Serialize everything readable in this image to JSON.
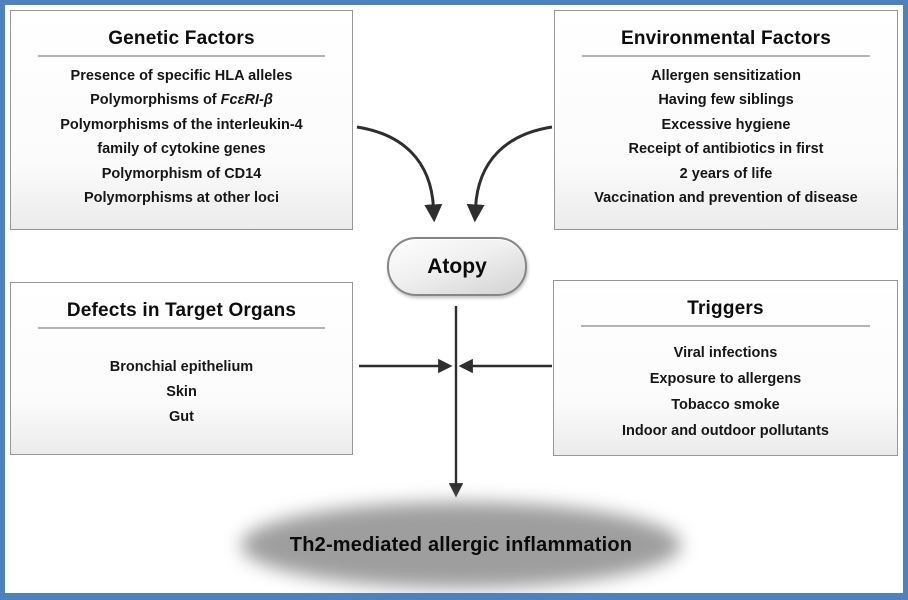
{
  "figure": {
    "boxes": [
      {
        "id": "genetic-factors",
        "title": "Genetic Factors",
        "items": [
          "Presence of specific HLA alleles",
          {
            "prefix": "Polymorphisms of ",
            "italic": "FcεRI-β"
          },
          "Polymorphisms of the interleukin-4\nfamily of cytokine genes",
          "Polymorphism of CD14",
          "Polymorphisms at other loci"
        ]
      },
      {
        "id": "environmental-factors",
        "title": "Environmental Factors",
        "items": [
          "Allergen sensitization",
          "Having few siblings",
          "Excessive hygiene",
          "Receipt of antibiotics in first\n2 years of life",
          "Vaccination and prevention of disease"
        ]
      },
      {
        "id": "defects-in-target-organs",
        "title": "Defects in Target Organs",
        "items": [
          "Bronchial epithelium",
          "Skin",
          "Gut"
        ]
      },
      {
        "id": "triggers",
        "title": "Triggers",
        "items": [
          "Viral infections",
          "Exposure to allergens",
          "Tobacco smoke",
          "Indoor and outdoor pollutants"
        ]
      }
    ],
    "center_node": {
      "label": "Atopy"
    },
    "outcome": {
      "label": "Th2-mediated allergic inflammation"
    },
    "arrows": [
      "genetic-factors-to-atopy",
      "environmental-factors-to-atopy",
      "atopy-to-outcome",
      "defects-to-pathway",
      "triggers-to-pathway"
    ],
    "colors": {
      "frame": "#4f81bd",
      "arrow": "#2e2e2e",
      "box_border": "#979797",
      "title_rule": "#b3b3b3",
      "node_fill_top": "#fefefe",
      "node_fill_bottom": "#d2d2d2",
      "outcome_ellipse": "#9e9e9e"
    }
  }
}
